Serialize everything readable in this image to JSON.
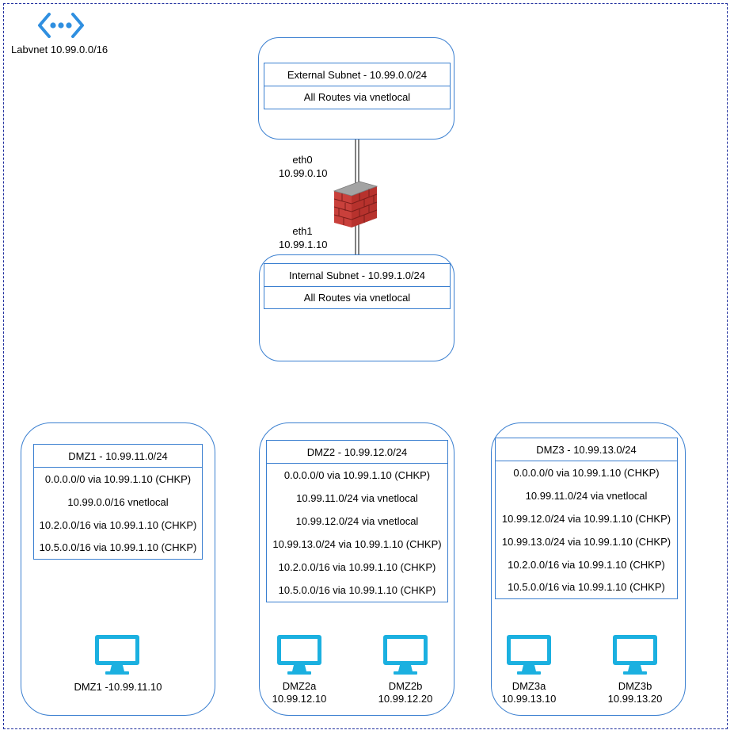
{
  "vnet": {
    "icon": "virtual-network-icon",
    "label": "Labvnet 10.99.0.0/16"
  },
  "external_subnet": {
    "header": "External Subnet - 10.99.0.0/24",
    "routes": [
      "All Routes via vnetlocal"
    ]
  },
  "internal_subnet": {
    "header": "Internal Subnet - 10.99.1.0/24",
    "routes": [
      "All Routes via vnetlocal"
    ]
  },
  "firewall": {
    "icon": "firewall-icon",
    "eth0_name": "eth0",
    "eth0_ip": "10.99.0.10",
    "eth1_name": "eth1",
    "eth1_ip": "10.99.1.10"
  },
  "dmz1": {
    "header": "DMZ1 - 10.99.11.0/24",
    "routes": [
      "0.0.0.0/0 via 10.99.1.10 (CHKP)",
      "10.99.0.0/16 vnetlocal",
      "10.2.0.0/16 via 10.99.1.10 (CHKP)",
      "10.5.0.0/16 via 10.99.1.10 (CHKP)"
    ],
    "hosts": [
      {
        "icon": "monitor-icon",
        "label": "DMZ1 -10.99.11.10"
      }
    ]
  },
  "dmz2": {
    "header": "DMZ2 - 10.99.12.0/24",
    "routes": [
      "0.0.0.0/0 via 10.99.1.10 (CHKP)",
      "10.99.11.0/24 via vnetlocal",
      "10.99.12.0/24 via vnetlocal",
      "10.99.13.0/24 via 10.99.1.10 (CHKP)",
      "10.2.0.0/16 via 10.99.1.10 (CHKP)",
      "10.5.0.0/16 via 10.99.1.10 (CHKP)"
    ],
    "hosts": [
      {
        "icon": "monitor-icon",
        "name": "DMZ2a",
        "ip": "10.99.12.10"
      },
      {
        "icon": "monitor-icon",
        "name": "DMZ2b",
        "ip": "10.99.12.20"
      }
    ]
  },
  "dmz3": {
    "header": "DMZ3 - 10.99.13.0/24",
    "routes": [
      "0.0.0.0/0 via 10.99.1.10 (CHKP)",
      "10.99.11.0/24 via vnetlocal",
      "10.99.12.0/24 via 10.99.1.10 (CHKP)",
      "10.99.13.0/24 via 10.99.1.10 (CHKP)",
      "10.2.0.0/16 via 10.99.1.10 (CHKP)",
      "10.5.0.0/16 via 10.99.1.10 (CHKP)"
    ],
    "hosts": [
      {
        "icon": "monitor-icon",
        "name": "DMZ3a",
        "ip": "10.99.13.10"
      },
      {
        "icon": "monitor-icon",
        "name": "DMZ3b",
        "ip": "10.99.13.20"
      }
    ]
  }
}
